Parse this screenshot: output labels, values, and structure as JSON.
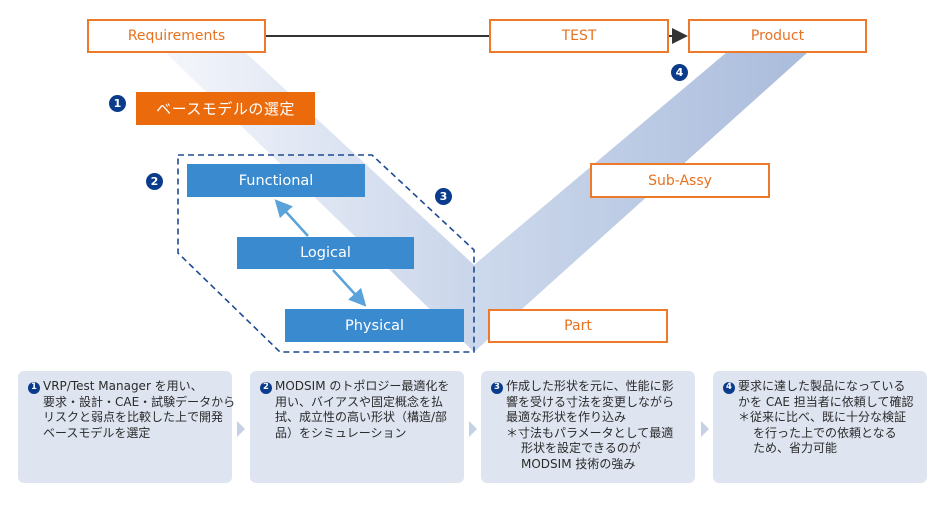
{
  "diagram": {
    "boxes": {
      "requirements": "Requirements",
      "test": "TEST",
      "product": "Product",
      "base_model": "ベースモデルの選定",
      "functional": "Functional",
      "logical": "Logical",
      "physical": "Physical",
      "sub_assy": "Sub-Assy",
      "part": "Part"
    },
    "badges": [
      "1",
      "2",
      "3",
      "4"
    ],
    "colors": {
      "orange_border": "#ec7a2a",
      "orange_fill": "#eb6a0c",
      "blue_box": "#3a8ad0",
      "badge_navy": "#0b3c8c",
      "band_light": "#dfe6f2",
      "band_dark": "#aebfdd",
      "card_bg": "#dee4f0"
    }
  },
  "steps": [
    {
      "number": "1",
      "lines": [
        "VRP/Test Manager を用い、",
        "要求・設計・CAE・試験データから",
        "リスクと弱点を比較した上で開発",
        "ベースモデルを選定"
      ]
    },
    {
      "number": "2",
      "lines": [
        "MODSIM のトポロジー最適化を",
        "用い、バイアスや固定概念を払",
        "拭、成立性の高い形状（構造/部",
        "品）をシミュレーション"
      ]
    },
    {
      "number": "3",
      "lines": [
        "作成した形状を元に、性能に影",
        "響を受ける寸法を変更しながら",
        "最適な形状を作り込み",
        "＊寸法もパラメータとして最適",
        "形状を設定できるのが",
        "MODSIM 技術の強み"
      ]
    },
    {
      "number": "4",
      "lines": [
        "要求に達した製品になっている",
        "かを CAE 担当者に依頼して確認",
        "＊従来に比べ、既に十分な検証",
        "を行った上での依頼となる",
        "ため、省力可能"
      ]
    }
  ]
}
